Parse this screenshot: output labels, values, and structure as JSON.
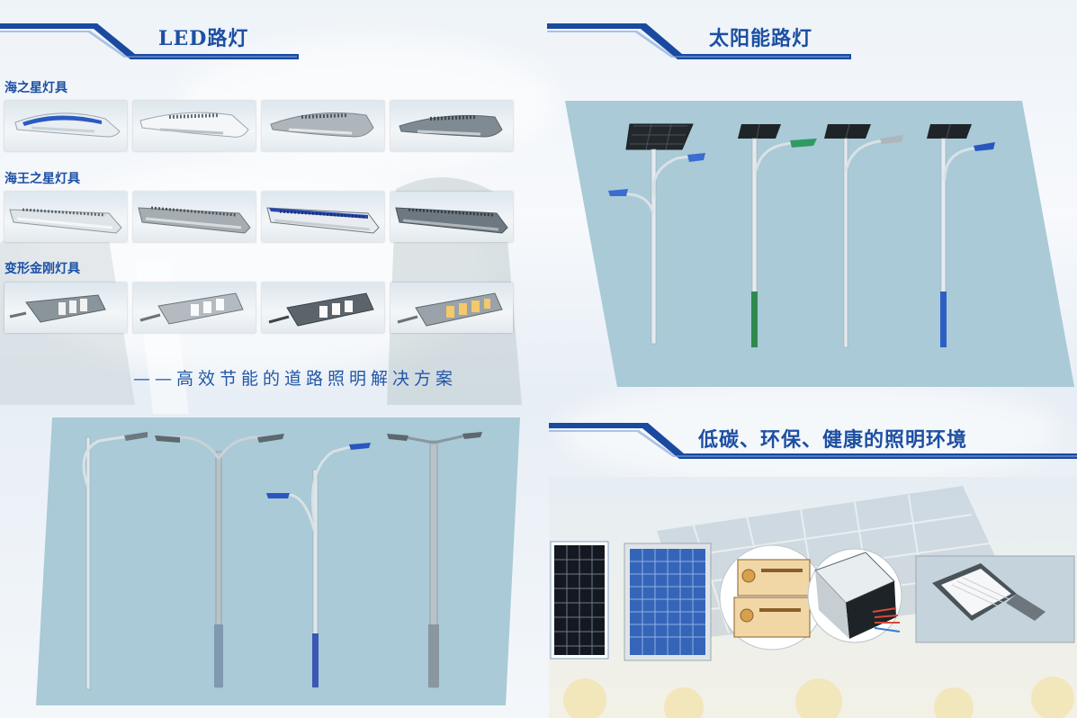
{
  "sections": {
    "led": {
      "title": "LED路灯"
    },
    "solar": {
      "title": "太阳能路灯"
    },
    "eco": {
      "title": "低碳、环保、健康的照明环境"
    }
  },
  "categories": [
    {
      "name": "海之星灯具"
    },
    {
      "name": "海王之星灯具"
    },
    {
      "name": "变形金刚灯具"
    }
  ],
  "tagline": "——高效节能的道路照明解决方案",
  "colors": {
    "brand_blue": "#1d4fa3",
    "panel_blue": "#a9cad6",
    "banner_blue": "#1a4aa0"
  }
}
